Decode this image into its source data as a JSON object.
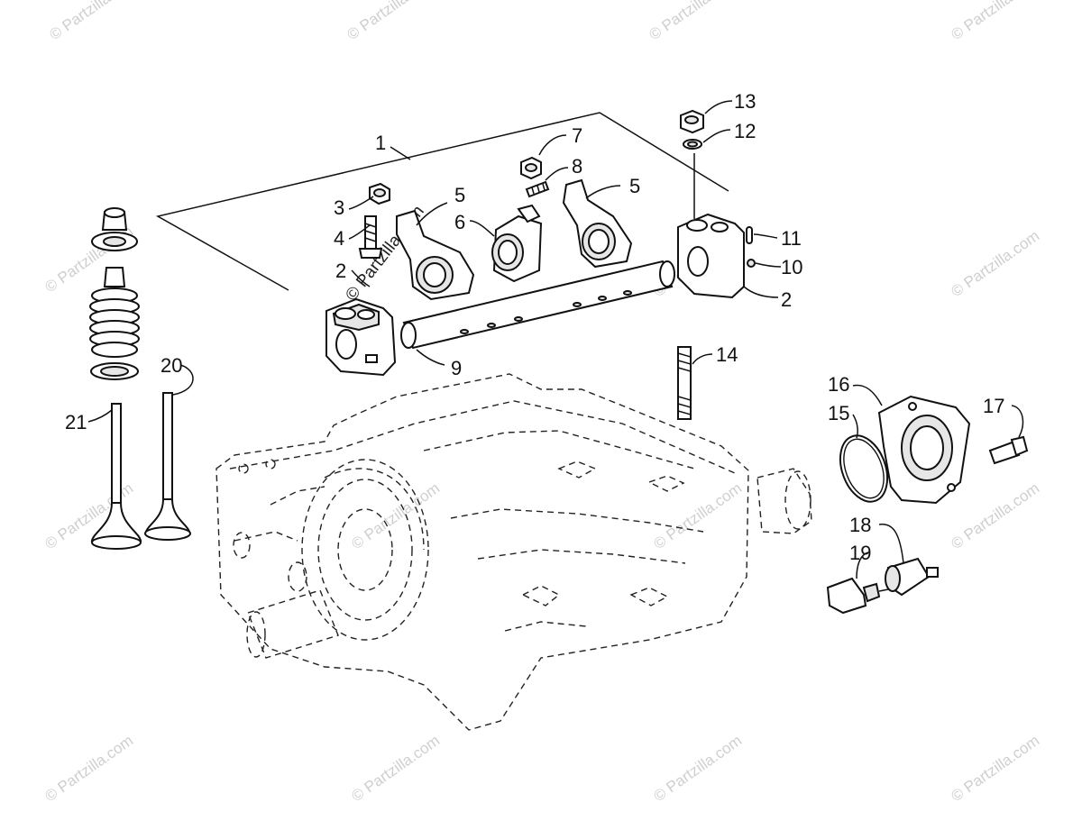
{
  "watermark": "© Partzilla.com",
  "callouts": {
    "c1": "1",
    "c2a": "2",
    "c2b": "2",
    "c3": "3",
    "c4": "4",
    "c5a": "5",
    "c5b": "5",
    "c6": "6",
    "c7": "7",
    "c8": "8",
    "c9": "9",
    "c10": "10",
    "c11": "11",
    "c12": "12",
    "c13": "13",
    "c14": "14",
    "c15": "15",
    "c16": "16",
    "c17": "17",
    "c18": "18",
    "c19": "19",
    "c20": "20",
    "c21": "21"
  }
}
